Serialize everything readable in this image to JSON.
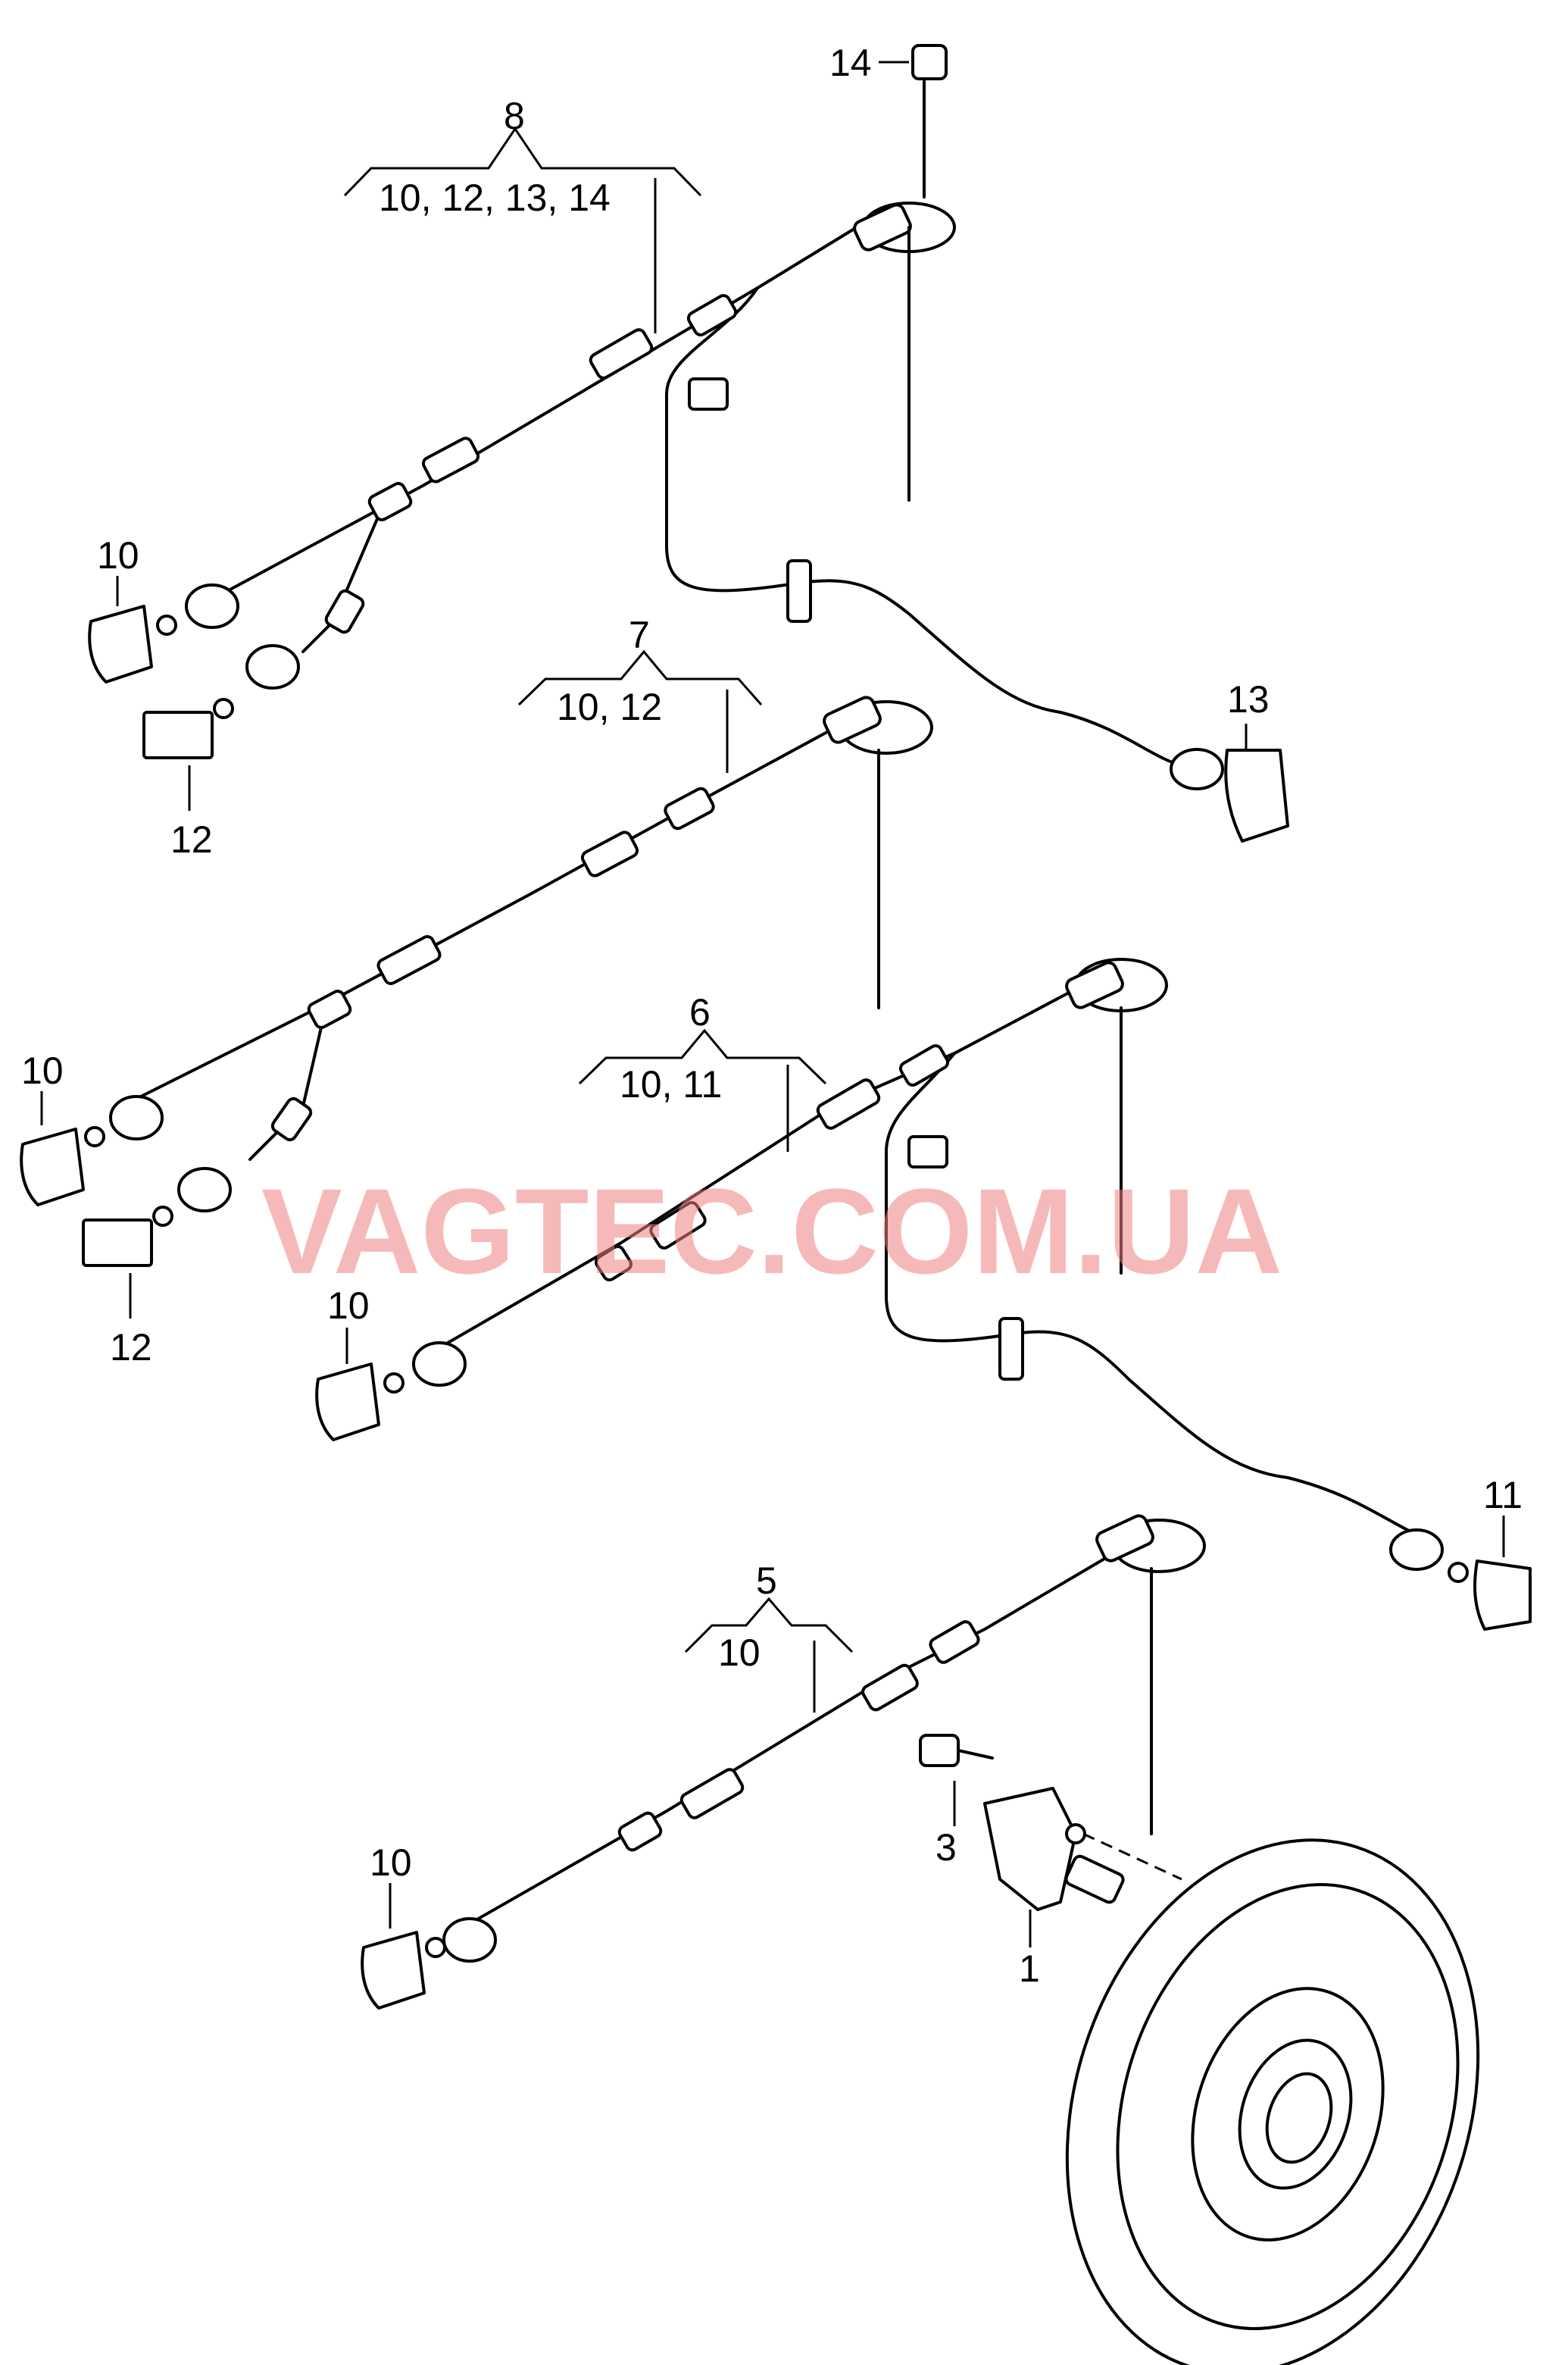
{
  "watermark": {
    "text": "VAGTEC.COM.UA",
    "color": "#f08080"
  },
  "harness_8": {
    "number": "8",
    "includes": "10, 12, 13, 14"
  },
  "harness_7": {
    "number": "7",
    "includes": "10, 12"
  },
  "harness_6": {
    "number": "6",
    "includes": "10, 11"
  },
  "harness_5": {
    "number": "5",
    "includes": "10"
  },
  "callouts": {
    "c1": "1",
    "c3": "3",
    "c10a": "10",
    "c10b": "10",
    "c10c": "10",
    "c10d": "10",
    "c11": "11",
    "c12a": "12",
    "c12b": "12",
    "c13": "13",
    "c14": "14"
  }
}
